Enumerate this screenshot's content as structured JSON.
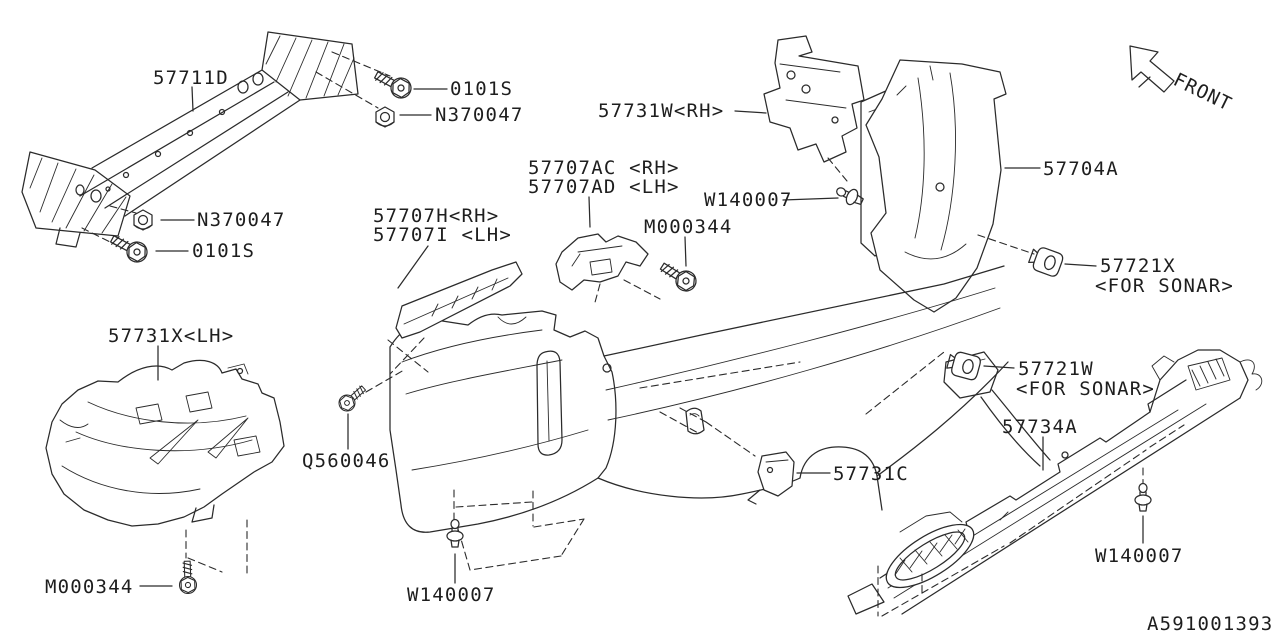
{
  "diagram": {
    "code": "A591001393",
    "front_indicator": "FRONT"
  },
  "labels": {
    "beam": "57711D",
    "bolt_top": "0101S",
    "nut_top": "N370047",
    "nut_left": "N370047",
    "bolt_left": "0101S",
    "bracket_w": "57731W<RH>",
    "spacer_rh": "57707AC <RH>",
    "spacer_lh": "57707AD <LH>",
    "clip_mid": "W140007",
    "bolt_mid": "M000344",
    "bracket_h": "57707H<RH>",
    "bracket_i": "57707I <LH>",
    "side_panel": "57704A",
    "sonar_clip_x": "57721X",
    "sonar_clip_x_note": "<FOR SONAR>",
    "cover_lh": "57731X<LH>",
    "screw": "Q560046",
    "bolt_bottom": "M000344",
    "clip_bottom": "W140007",
    "sonar_clip_w": "57721W",
    "sonar_clip_w_note": "<FOR SONAR>",
    "garnish": "57734A",
    "hook_cover": "57731C",
    "clip_right": "W140007"
  }
}
